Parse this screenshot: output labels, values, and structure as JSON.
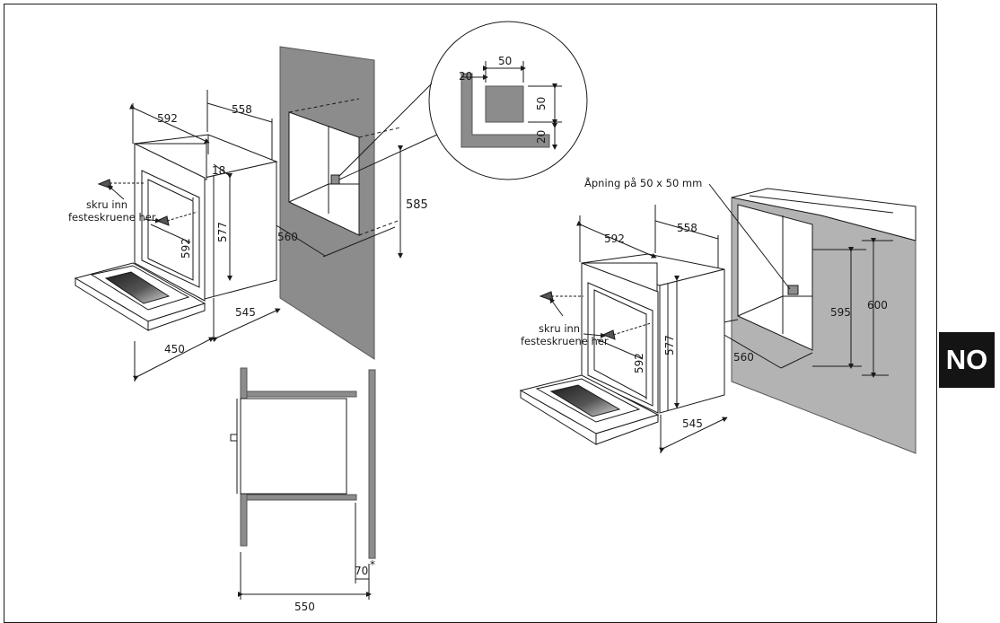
{
  "language_tab": "NO",
  "colors": {
    "wall": "#8c8c8c",
    "wall_light": "#b3b3b3",
    "line": "#1a1a1a",
    "tab_bg": "#141414"
  },
  "left_view": {
    "dims": {
      "width_top": "592",
      "depth_top": "558",
      "panel": "18",
      "height_body": "577",
      "door_height": "592",
      "depth_bottom": "545",
      "door_open": "450"
    },
    "screw_label_1": "skru inn",
    "screw_label_2": "festeskruene her",
    "cutout_width": "560",
    "cutout_height": "585"
  },
  "detail_circle": {
    "w": "50",
    "offset_left": "20",
    "h": "50",
    "offset_bottom": "20"
  },
  "right_view": {
    "opening_label": "Åpning på 50 x 50 mm",
    "dims": {
      "width_top": "592",
      "depth_top": "558",
      "height_body": "577",
      "door_height": "592",
      "depth_bottom": "545",
      "cutout_width": "560",
      "inner_height": "595",
      "outer_height": "600"
    },
    "screw_label_1": "skru inn",
    "screw_label_2": "festeskruene her"
  },
  "section_view": {
    "depth": "550",
    "gap": "70",
    "gap_mark": "*"
  }
}
